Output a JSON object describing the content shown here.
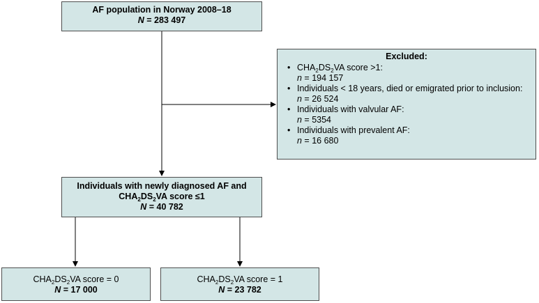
{
  "colors": {
    "box_fill": "#d3e6e6",
    "box_border": "#4d4d4d",
    "line": "#000000"
  },
  "top_box": {
    "title": "AF population in Norway 2008–18",
    "n_label": "N",
    "n_value": " = 283 497"
  },
  "excluded_box": {
    "title": "Excluded:",
    "items": [
      {
        "label_prefix": "CHA",
        "label_sub1": "2",
        "label_mid": "DS",
        "label_sub2": "2",
        "label_suffix": "VA score >1:",
        "n_label": "n",
        "n_value": " = 194 157"
      },
      {
        "label": "Individuals < 18 years, died or emigrated prior to inclusion:",
        "n_label": "n",
        "n_value": " = 26 524"
      },
      {
        "label": "Individuals with valvular AF:",
        "n_label": "n",
        "n_value": " = 5354"
      },
      {
        "label": "Individuals with prevalent AF:",
        "n_label": "n",
        "n_value": " = 16 680"
      }
    ]
  },
  "middle_box": {
    "line1": "Individuals with newly diagnosed AF and",
    "line2_prefix": "CHA",
    "line2_sub1": "2",
    "line2_mid": "DS",
    "line2_sub2": "2",
    "line2_suffix": "VA score ≤1",
    "n_label": "N",
    "n_value": " =  40 782"
  },
  "left_box": {
    "label_prefix": "CHA",
    "label_sub1": "2",
    "label_mid": "DS",
    "label_sub2": "2",
    "label_suffix": "VA score = 0",
    "n_label": "N",
    "n_value": " =  17 000"
  },
  "right_box": {
    "label_prefix": "CHA",
    "label_sub1": "2",
    "label_mid": "DS",
    "label_sub2": "2",
    "label_suffix": "VA score = 1",
    "n_label": "N",
    "n_value": " = 23 782"
  }
}
